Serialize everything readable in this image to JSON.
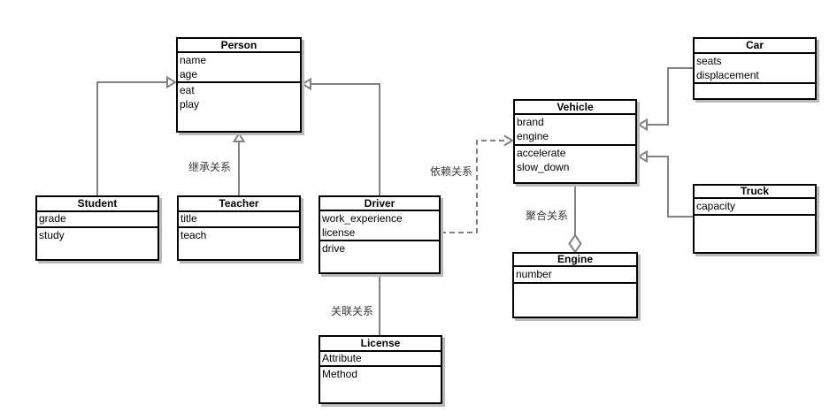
{
  "diagram": {
    "classes": {
      "person": {
        "title": "Person",
        "attributes": [
          "name",
          "age"
        ],
        "methods": [
          "eat",
          "play"
        ]
      },
      "student": {
        "title": "Student",
        "attributes": [
          "grade"
        ],
        "methods": [
          "study"
        ]
      },
      "teacher": {
        "title": "Teacher",
        "attributes": [
          "title"
        ],
        "methods": [
          "teach"
        ]
      },
      "driver": {
        "title": "Driver",
        "attributes": [
          "work_experience",
          "license"
        ],
        "methods": [
          "drive"
        ]
      },
      "license": {
        "title": "License",
        "attributes": [
          "Attribute"
        ],
        "methods": [
          "Method"
        ]
      },
      "vehicle": {
        "title": "Vehicle",
        "attributes": [
          "brand",
          "engine"
        ],
        "methods": [
          "accelerate",
          "slow_down"
        ]
      },
      "car": {
        "title": "Car",
        "attributes": [
          "seats",
          "displacement"
        ],
        "methods": []
      },
      "truck": {
        "title": "Truck",
        "attributes": [
          "capacity"
        ],
        "methods": []
      },
      "engine": {
        "title": "Engine",
        "attributes": [
          "number"
        ],
        "methods": []
      }
    },
    "edge_labels": {
      "inheritance": "继承关系",
      "dependency": "依赖关系",
      "association": "关联关系",
      "aggregation": "聚合关系"
    },
    "colors": {
      "box_border": "#000000",
      "box_fill": "#ffffff",
      "edge_line": "#828282",
      "shadow": "#b9b9b9",
      "text": "#000000"
    }
  }
}
